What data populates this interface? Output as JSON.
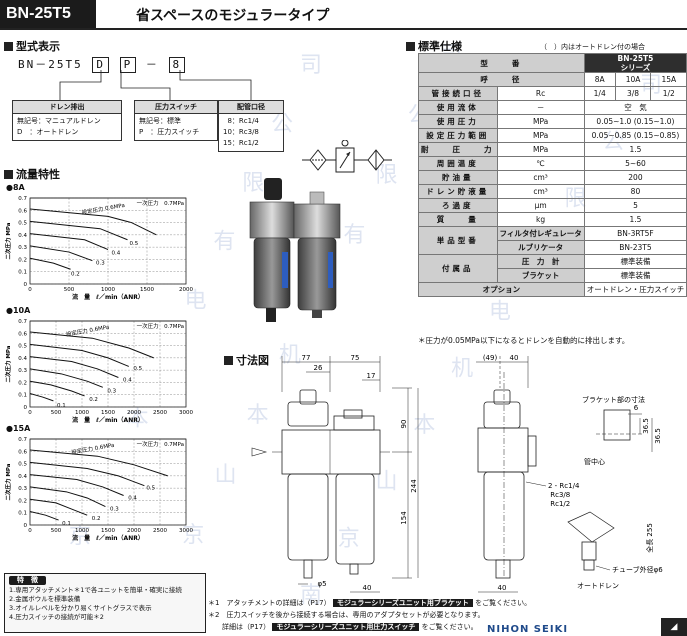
{
  "header": {
    "model": "BN-25T5",
    "title": "省スペースのモジュラータイプ"
  },
  "watermark": {
    "text": "南京山本机电有限公司",
    "color": "#c4cfe6"
  },
  "model_code": {
    "title": "型式表示",
    "prefix": "BN－25T5",
    "box1": "D",
    "box2": "P",
    "dash": "－",
    "box3": "8",
    "drain": {
      "header": "ドレン排出",
      "lines": "無記号：マニュアルドレン\nD　：オートドレン"
    },
    "switch": {
      "header": "圧力スイッチ",
      "lines": "無記号：標準\nP　：圧力スイッチ"
    },
    "port": {
      "header": "配管口径",
      "lines": "  8：Rc1/4\n10：Rc3/8\n15：Rc1/2"
    }
  },
  "flow": {
    "title": "流量特性",
    "ylabel": "二次圧力 MPa",
    "xlabel": "流　量　ℓ／min（ANR）",
    "primary_label": "一次圧力　0.7MPa",
    "set_label": "設定圧力 0.6MPa"
  },
  "chart_data": [
    {
      "type": "line",
      "title": "8A",
      "xlim": [
        0,
        2000
      ],
      "ylim": [
        0,
        0.7
      ],
      "xticks": [
        0,
        500,
        1000,
        1500,
        2000
      ],
      "yticks": [
        0,
        0.1,
        0.2,
        0.3,
        0.4,
        0.5,
        0.6,
        0.7
      ],
      "series": [
        {
          "name": "0.6",
          "x": [
            0,
            1000,
            1300,
            1620
          ],
          "y": [
            0.61,
            0.55,
            0.5,
            0.4
          ]
        },
        {
          "name": "0.5",
          "x": [
            0,
            900,
            1250
          ],
          "y": [
            0.51,
            0.45,
            0.36
          ]
        },
        {
          "name": "0.4",
          "x": [
            0,
            700,
            1000
          ],
          "y": [
            0.41,
            0.36,
            0.28
          ]
        },
        {
          "name": "0.3",
          "x": [
            0,
            500,
            800
          ],
          "y": [
            0.31,
            0.26,
            0.19
          ]
        },
        {
          "name": "0.2",
          "x": [
            0,
            300,
            520
          ],
          "y": [
            0.21,
            0.17,
            0.12
          ]
        }
      ],
      "labels": [
        {
          "text": "0.5",
          "x": 1250,
          "y": 0.36
        },
        {
          "text": "0.4",
          "x": 1020,
          "y": 0.28
        },
        {
          "text": "0.3",
          "x": 820,
          "y": 0.2
        },
        {
          "text": "0.2",
          "x": 500,
          "y": 0.11
        }
      ]
    },
    {
      "type": "line",
      "title": "10A",
      "xlim": [
        0,
        3000
      ],
      "ylim": [
        0,
        0.7
      ],
      "xticks": [
        0,
        500,
        1000,
        1500,
        2000,
        2500,
        3000
      ],
      "yticks": [
        0,
        0.1,
        0.2,
        0.3,
        0.4,
        0.5,
        0.6,
        0.7
      ],
      "series": [
        {
          "name": "0.6",
          "x": [
            0,
            1200,
            1900,
            2380
          ],
          "y": [
            0.61,
            0.56,
            0.48,
            0.4
          ]
        },
        {
          "name": "0.5",
          "x": [
            0,
            1000,
            1500,
            1900
          ],
          "y": [
            0.51,
            0.46,
            0.4,
            0.33
          ]
        },
        {
          "name": "0.4",
          "x": [
            0,
            800,
            1300,
            1700
          ],
          "y": [
            0.41,
            0.37,
            0.31,
            0.24
          ]
        },
        {
          "name": "0.3",
          "x": [
            0,
            600,
            1100,
            1400
          ],
          "y": [
            0.31,
            0.27,
            0.21,
            0.16
          ]
        },
        {
          "name": "0.2",
          "x": [
            0,
            400,
            800,
            1050
          ],
          "y": [
            0.21,
            0.18,
            0.13,
            0.09
          ]
        },
        {
          "name": "0.1",
          "x": [
            0,
            250,
            450
          ],
          "y": [
            0.11,
            0.08,
            0.05
          ]
        }
      ],
      "labels": [
        {
          "text": "0.5",
          "x": 1950,
          "y": 0.34
        },
        {
          "text": "0.4",
          "x": 1750,
          "y": 0.25
        },
        {
          "text": "0.3",
          "x": 1450,
          "y": 0.16
        },
        {
          "text": "0.2",
          "x": 1100,
          "y": 0.09
        },
        {
          "text": "0.1",
          "x": 480,
          "y": 0.04
        }
      ]
    },
    {
      "type": "line",
      "title": "15A",
      "xlim": [
        0,
        3000
      ],
      "ylim": [
        0,
        0.7
      ],
      "xticks": [
        0,
        500,
        1000,
        1500,
        2000,
        2500,
        3000
      ],
      "yticks": [
        0,
        0.1,
        0.2,
        0.3,
        0.4,
        0.5,
        0.6,
        0.7
      ],
      "series": [
        {
          "name": "0.6",
          "x": [
            0,
            1300,
            2000,
            2650
          ],
          "y": [
            0.61,
            0.56,
            0.49,
            0.4
          ]
        },
        {
          "name": "0.5",
          "x": [
            0,
            1100,
            1700,
            2200
          ],
          "y": [
            0.51,
            0.46,
            0.4,
            0.32
          ]
        },
        {
          "name": "0.4",
          "x": [
            0,
            900,
            1400,
            1800
          ],
          "y": [
            0.41,
            0.37,
            0.31,
            0.24
          ]
        },
        {
          "name": "0.3",
          "x": [
            0,
            700,
            1100,
            1450
          ],
          "y": [
            0.31,
            0.27,
            0.22,
            0.15
          ]
        },
        {
          "name": "0.2",
          "x": [
            0,
            500,
            800,
            1100
          ],
          "y": [
            0.21,
            0.18,
            0.13,
            0.08
          ]
        },
        {
          "name": "0.1",
          "x": [
            0,
            300,
            550
          ],
          "y": [
            0.11,
            0.08,
            0.04
          ]
        }
      ],
      "labels": [
        {
          "text": "0.5",
          "x": 2200,
          "y": 0.33
        },
        {
          "text": "0.4",
          "x": 1850,
          "y": 0.25
        },
        {
          "text": "0.3",
          "x": 1500,
          "y": 0.16
        },
        {
          "text": "0.2",
          "x": 1150,
          "y": 0.08
        },
        {
          "text": "0.1",
          "x": 580,
          "y": 0.04
        }
      ]
    }
  ],
  "spec": {
    "title": "標準仕様",
    "note": "（　）内はオートドレン付の場合",
    "series_header": "BN-25T5\nシリーズ",
    "rows": [
      {
        "label": "型　　番",
        "sub": "",
        "vals": []
      },
      {
        "label": "呼　　径",
        "sub": "",
        "vals": [
          "8A",
          "10A",
          "15A"
        ]
      },
      {
        "label": "管接続口径",
        "sub": "Rc",
        "vals": [
          "1/4",
          "3/8",
          "1/2"
        ]
      },
      {
        "label": "使用流体",
        "sub": "－",
        "vals": [
          "空　気"
        ]
      },
      {
        "label": "使用圧力",
        "sub": "MPa",
        "vals": [
          "0.05~1.0 (0.15~1.0)"
        ]
      },
      {
        "label": "設定圧力範囲",
        "sub": "MPa",
        "vals": [
          "0.05~0.85 (0.15~0.85)"
        ]
      },
      {
        "label": "耐　　圧　　力",
        "sub": "MPa",
        "vals": [
          "1.5"
        ]
      },
      {
        "label": "周囲温度",
        "sub": "℃",
        "vals": [
          "5~60"
        ]
      },
      {
        "label": "貯油量",
        "sub": "cm³",
        "vals": [
          "200"
        ]
      },
      {
        "label": "ドレン貯液量",
        "sub": "cm³",
        "vals": [
          "80"
        ]
      },
      {
        "label": "ろ過度",
        "sub": "μm",
        "vals": [
          "5"
        ]
      },
      {
        "label": "質　　量",
        "sub": "kg",
        "vals": [
          "1.5"
        ]
      }
    ],
    "unit_model_label": "単品型番",
    "unit_models": [
      {
        "name": "フィルタ付レギュレータ",
        "val": "BN-3RT5F"
      },
      {
        "name": "ルブリケータ",
        "val": "BN-23T5"
      }
    ],
    "acc_label": "付属品",
    "accessories": [
      {
        "name": "圧　力　計",
        "val": "標準装備"
      },
      {
        "name": "ブラケット",
        "val": "標準装備"
      }
    ],
    "option_label": "オプション",
    "option_val": "オートドレン・圧力スイッチ",
    "footnote": "＊圧力が0.05MPa以下になるとドレンを自動的に排出します。"
  },
  "dims": {
    "title": "寸法図",
    "labels": {
      "w77": "77",
      "w75": "75",
      "w26": "26",
      "w17": "17",
      "w90": "90",
      "w244": "244",
      "w154": "154",
      "w5": "φ5",
      "w40a": "40",
      "w49": "(49)",
      "w40": "40",
      "w40b": "40",
      "port": "2 - Rc1/4\n     Rc3/8\n     Rc1/2",
      "bracket": "ブラケット部の寸法",
      "b6": "6",
      "b36": "36.5",
      "b365": "36.5",
      "pipe": "管中心",
      "tube": "チューブ外径φ6",
      "auto": "オートドレン",
      "wc": "全長 255"
    }
  },
  "features": {
    "title": "特　徴",
    "items": [
      "1.専用アタッチメント＊1で各ユニットを簡単・確実に接続",
      "2.金属ボウルを標準装備",
      "3.オイルレベルを分かり易くサイトグラスで表示",
      "4.圧力スイッチの接続が可能＊2"
    ]
  },
  "footnotes": {
    "n1_pre": "＊1　アタッチメントの詳細は（P17）",
    "n1_tag": "モジュラーシリーズユニット用ブラケット",
    "n1_post": "をご覧ください。",
    "n2": "＊2　圧力スイッチを後から接続する場合は、専用のアダプタセットが必要となります。",
    "n3_pre": "　　詳細は（P17）",
    "n3_tag": "モジュラーシリーズユニット用圧力スイッチ",
    "n3_post": "をご覧ください。"
  },
  "brand": "NIHON SEIKI"
}
